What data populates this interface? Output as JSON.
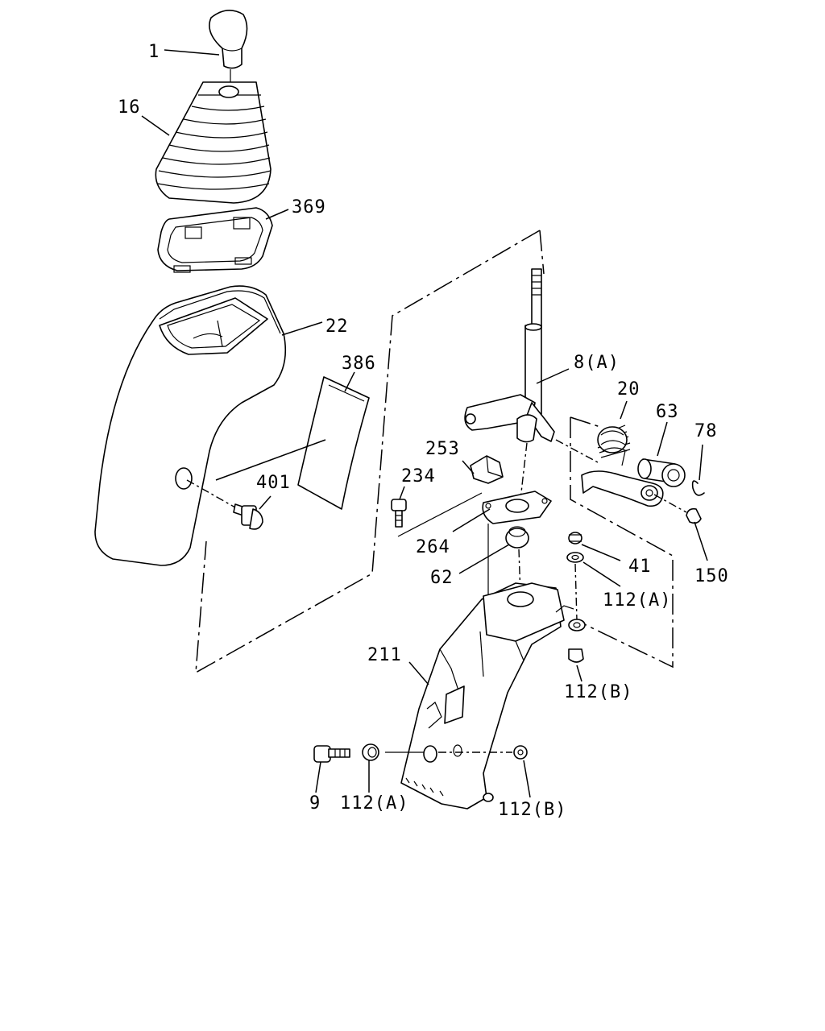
{
  "diagram": {
    "labels": {
      "p1": "1",
      "p16": "16",
      "p369": "369",
      "p22": "22",
      "p386": "386",
      "p401": "401",
      "p8a": "8(A)",
      "p20": "20",
      "p63": "63",
      "p78": "78",
      "p253": "253",
      "p234": "234",
      "p264": "264",
      "p62": "62",
      "p41": "41",
      "p112a_right": "112(A)",
      "p150": "150",
      "p211": "211",
      "p112b_right": "112(B)",
      "p9": "9",
      "p112a_bottom": "112(A)",
      "p112b_bottom": "112(B)"
    }
  }
}
